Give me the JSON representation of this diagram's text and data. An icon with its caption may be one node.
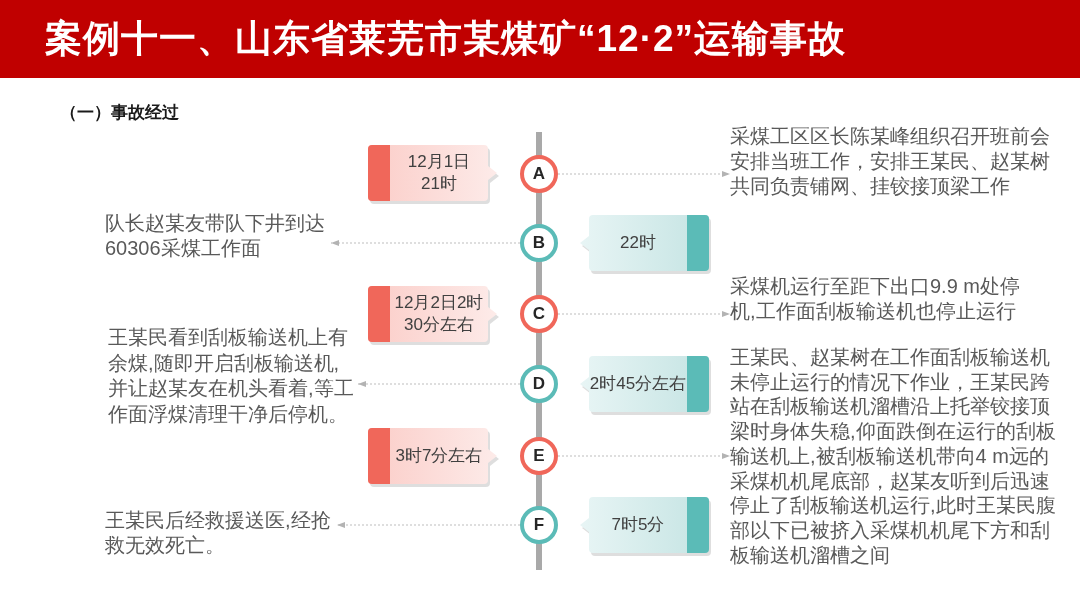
{
  "diagram": {
    "title": "案例十一、山东省莱芜市某煤矿“12·2”运输事故",
    "nodes": [
      {
        "text": [
          "A"
        ]
      },
      {
        "text": [
          "12月1日21时"
        ]
      },
      {
        "text": [
          "采煤工区区长陈某峰组织召开班前会安排当班工作，安排王某民、赵某树共同负责铺网、挂铰接顶梁工作"
        ]
      },
      {
        "text": [
          "B"
        ]
      },
      {
        "text": [
          "22时"
        ]
      },
      {
        "text": [
          "队长赵某友带队下井到达60306采煤工作面"
        ]
      },
      {
        "text": [
          "C"
        ]
      },
      {
        "text": [
          "12月2日2时30分左右"
        ]
      },
      {
        "text": [
          "采煤机运行至距下出口9.9 m处停机,工作面刮板输送机也停止运行"
        ]
      },
      {
        "text": [
          "D"
        ]
      },
      {
        "text": [
          "2时45分左右"
        ]
      },
      {
        "text": [
          "王某民看到刮板输送机上有余煤,随即开启刮板输送机,并让赵某友在机头看着,等工作面浮煤清理干净后停机。"
        ]
      },
      {
        "text": [
          "E"
        ]
      },
      {
        "text": [
          "3时7分左右"
        ]
      },
      {
        "text": [
          "王某民、赵某树在工作面刮板输送机未停止运行的情况下作业，王某民跨站在刮板输送机溜槽沿上托举铰接顶梁时身体失稳,仰面跌倒在运行的刮板输送机上,被刮板输送机带向4 m远的采煤机机尾底部，赵某友听到后迅速停止了刮板输送机运行,此时王某民腹部以下已被挤入采煤机机尾下方和刮板输送机溜槽之间"
        ]
      },
      {
        "text": [
          "F"
        ]
      },
      {
        "text": [
          "7时5分"
        ]
      },
      {
        "text": [
          "王某民后经救援送医,经抢救无效死亡。"
        ]
      }
    ],
    "edges": [
      {
        "from": 0,
        "to": 2,
        "arrow": "to"
      },
      {
        "from": 3,
        "to": 5,
        "arrow": "to"
      },
      {
        "from": 6,
        "to": 8,
        "arrow": "to"
      },
      {
        "from": 9,
        "to": 11,
        "arrow": "to"
      },
      {
        "from": 12,
        "to": 14,
        "arrow": "to"
      },
      {
        "from": 15,
        "to": 17,
        "arrow": "to"
      }
    ],
    "labels": [
      "（一）事故经过"
    ]
  }
}
